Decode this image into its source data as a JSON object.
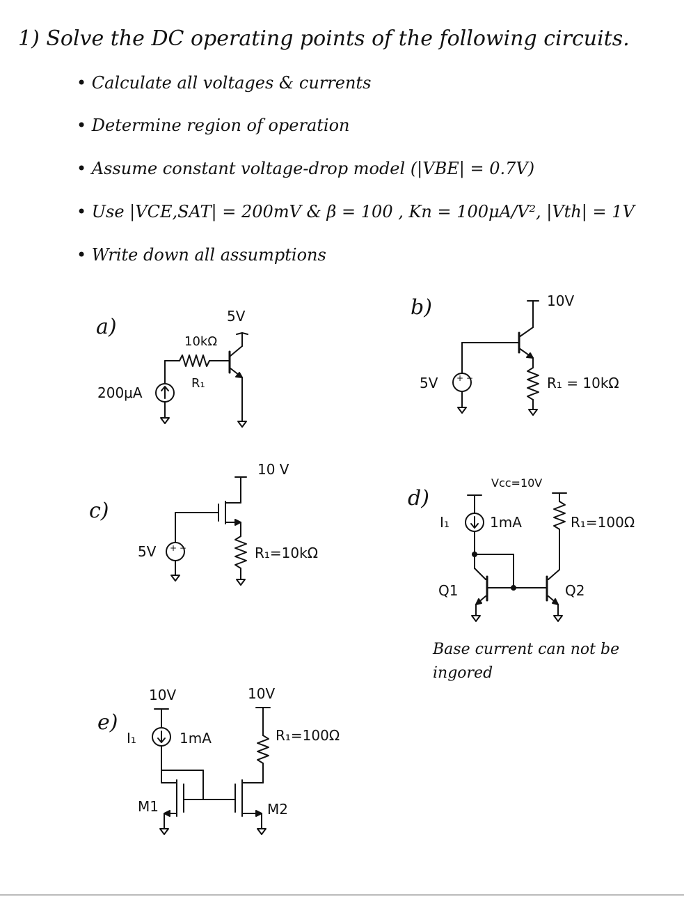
{
  "problem": {
    "title": "1) Solve the DC operating points of the following circuits.",
    "bullets": [
      "• Calculate all voltages & currents",
      "• Determine region of operation",
      "• Assume constant voltage-drop model (|VBE| = 0.7V)",
      "• Use |VCE,SAT| = 200mV & β = 100 , Kn = 100μA/V², |Vth| = 1V",
      "• Write down all assumptions"
    ]
  },
  "circuit_a": {
    "tag": "a)",
    "supply": "5V",
    "resistor_value": "10kΩ",
    "resistor_name": "R₁",
    "source": "200μA"
  },
  "circuit_b": {
    "tag": "b)",
    "supply": "10V",
    "source": "5V",
    "resistor": "R₁ = 10kΩ"
  },
  "circuit_c": {
    "tag": "c)",
    "supply": "10 V",
    "source": "5V",
    "resistor": "R₁=10kΩ"
  },
  "circuit_d": {
    "tag": "d)",
    "supply": "Vcc=10V",
    "current_name": "I₁",
    "current_value": "1mA",
    "resistor": "R₁=100Ω",
    "q1": "Q1",
    "q2": "Q2",
    "note_line1": "Base current can not be",
    "note_line2": "ingored"
  },
  "circuit_e": {
    "tag": "e)",
    "supply_left": "10V",
    "supply_right": "10V",
    "current_name": "I₁",
    "current_value": "1mA",
    "resistor": "R₁=100Ω",
    "m1": "M1",
    "m2": "M2"
  }
}
